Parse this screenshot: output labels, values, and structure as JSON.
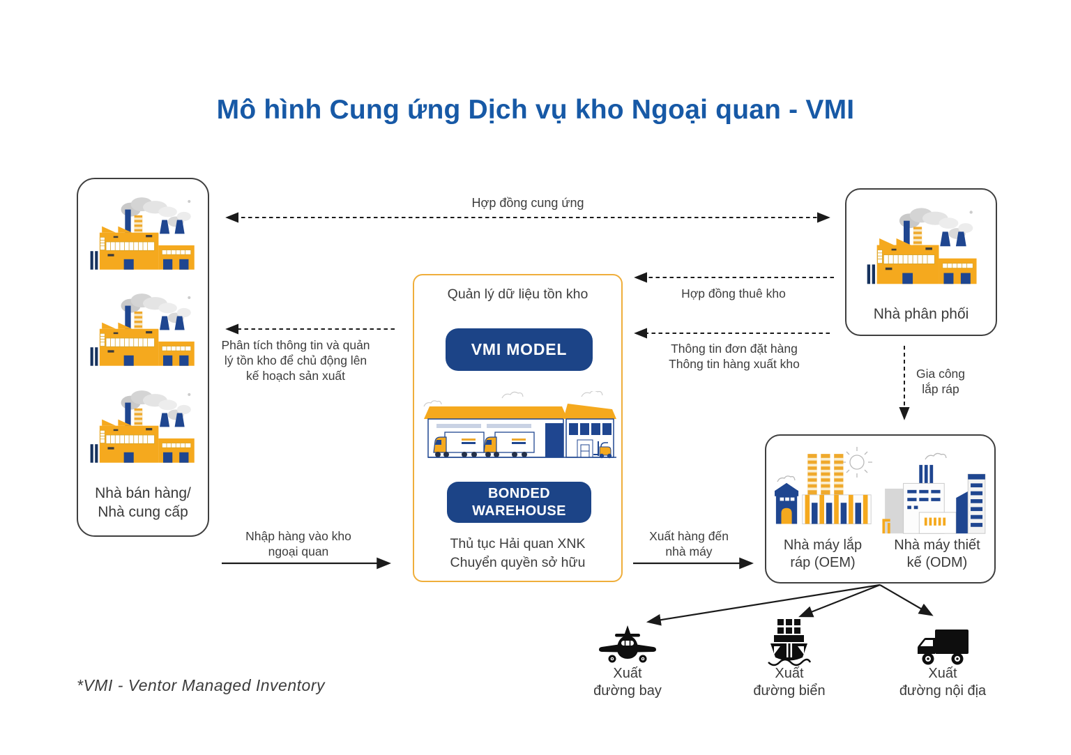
{
  "title": "Mô hình Cung ứng Dịch vụ kho Ngoại quan - VMI",
  "footnote": "*VMI - Ventor Managed Inventory",
  "colors": {
    "title_blue": "#1759A6",
    "navy": "#1C4487",
    "factory_yellow": "#F5A91E",
    "gold_border": "#EFAE3B",
    "text": "#3D3D3D",
    "arrow": "#1A1A1A"
  },
  "boxes": {
    "suppliers": {
      "label_line1": "Nhà bán hàng/",
      "label_line2": "Nhà cung cấp"
    },
    "vmi": {
      "header": "Quản lý dữ liệu tồn kho",
      "model_badge": "VMI MODEL",
      "warehouse_badge_line1": "BONDED",
      "warehouse_badge_line2": "WAREHOUSE",
      "footer_line1": "Thủ tục Hải quan XNK",
      "footer_line2": "Chuyển quyền sở hữu"
    },
    "distributor": {
      "label": "Nhà phân phối"
    },
    "factories": {
      "oem_line1": "Nhà máy lắp",
      "oem_line2": "ráp (OEM)",
      "odm_line1": "Nhà máy thiết",
      "odm_line2": "kế (ODM)"
    }
  },
  "arrows": {
    "supply_contract": "Hợp đồng cung ứng",
    "warehouse_lease": "Hợp đồng thuê kho",
    "order_info_line1": "Thông tin đơn đặt hàng",
    "order_info_line2": "Thông tin hàng xuất kho",
    "analysis_line1": "Phân tích thông tin và quản",
    "analysis_line2": "lý tồn kho để chủ động lên",
    "analysis_line3": "kế hoạch sản xuất",
    "assembly_line1": "Gia công",
    "assembly_line2": "lắp ráp",
    "inbound_line1": "Nhập hàng vào kho",
    "inbound_line2": "ngoại quan",
    "outbound_line1": "Xuất hàng đến",
    "outbound_line2": "nhà máy"
  },
  "exports": {
    "air_line1": "Xuất",
    "air_line2": "đường bay",
    "sea_line1": "Xuất",
    "sea_line2": "đường biển",
    "road_line1": "Xuất",
    "road_line2": "đường nội địa"
  },
  "icons": {
    "air": "airplane-icon",
    "sea": "ship-icon",
    "road": "truck-icon"
  }
}
